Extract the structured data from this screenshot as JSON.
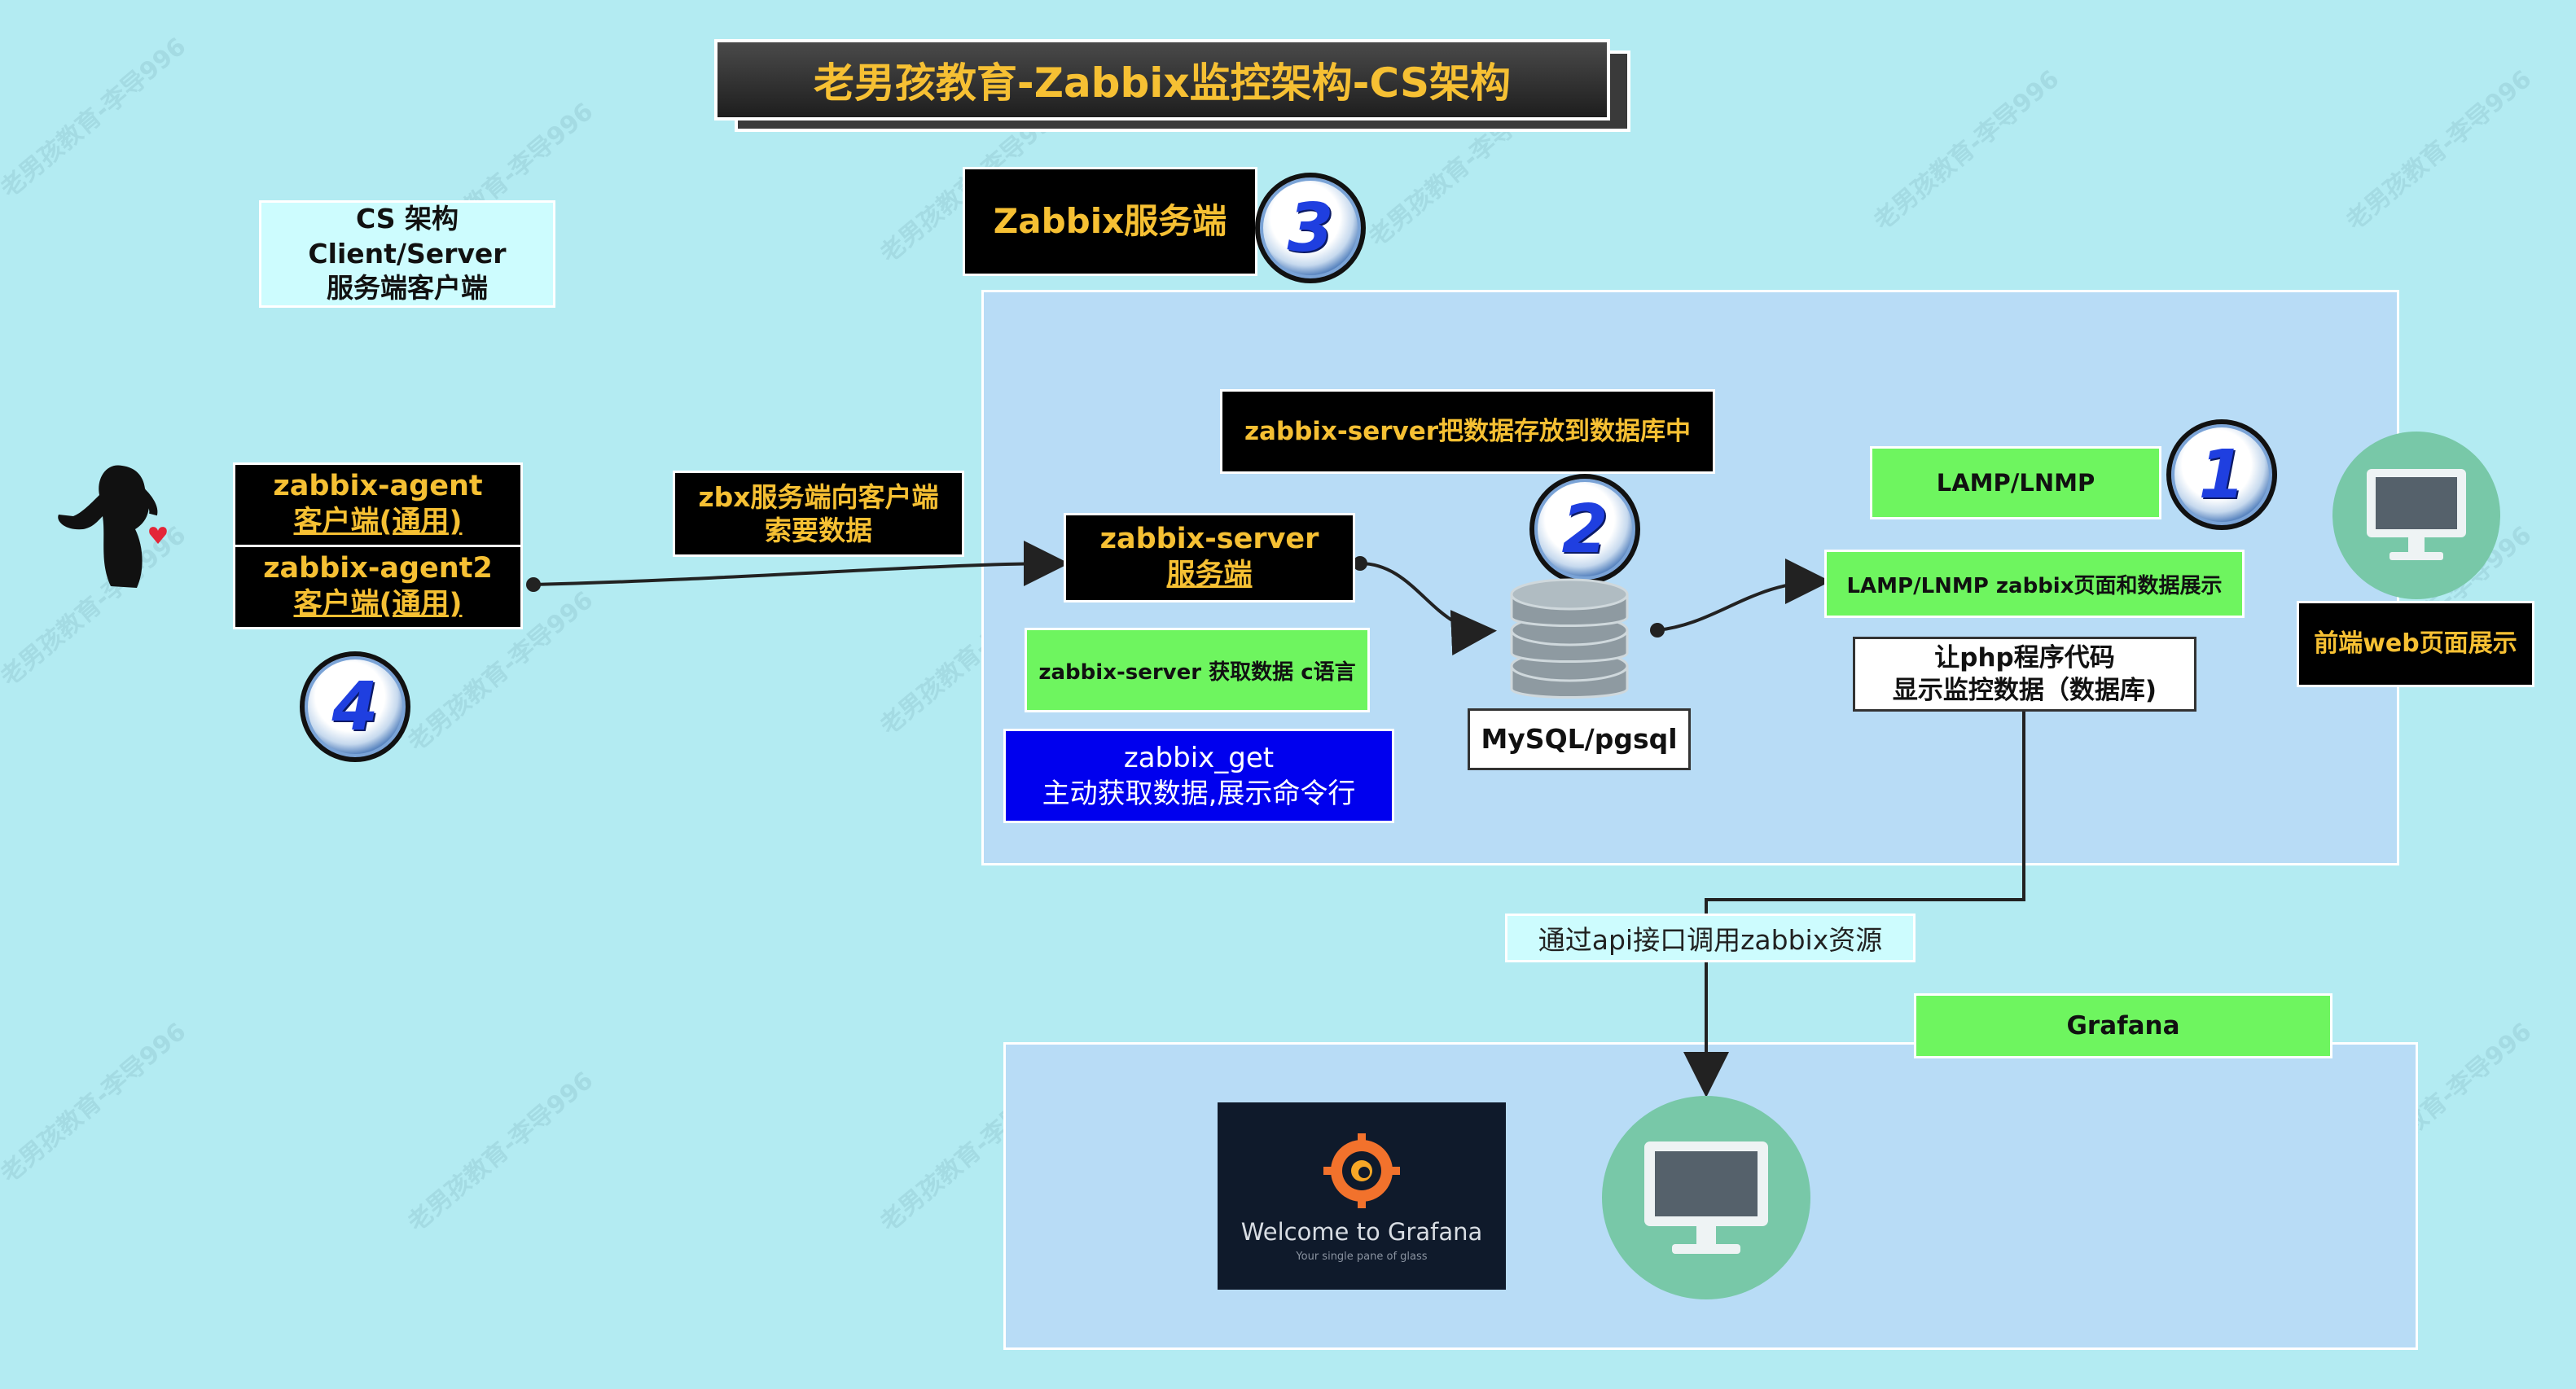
{
  "title": "老男孩教育-Zabbix监控架构-CS架构",
  "watermark": "老男孩教育-李导996",
  "cs_note": {
    "line1": "CS 架构",
    "line2": "Client/Server",
    "line3": "服务端客户端"
  },
  "server_header": "Zabbix服务端",
  "agent": {
    "line1": "zabbix-agent",
    "line2": "客户端(通用)"
  },
  "agent2": {
    "line1": "zabbix-agent2",
    "line2": "客户端(通用)"
  },
  "request_label": {
    "line1": "zbx服务端向客户端",
    "line2": "索要数据"
  },
  "zabbix_server": {
    "line1": "zabbix-server",
    "line2": "服务端"
  },
  "store_label": "zabbix-server把数据存放到数据库中",
  "fetch_label": "zabbix-server 获取数据 c语言",
  "zabbix_get": {
    "line1": "zabbix_get",
    "line2": "主动获取数据,展示命令行"
  },
  "db_label": "MySQL/pgsql",
  "lamp": "LAMP/LNMP",
  "lamp_web": "LAMP/LNMP zabbix页面和数据展示",
  "php_note": {
    "line1": "让php程序代码",
    "line2": "显示监控数据（数据库)"
  },
  "frontend_label": "前端web页面展示",
  "api_label": "通过api接口调用zabbix资源",
  "grafana_label": "Grafana",
  "grafana_logo": {
    "line1": "Welcome to Grafana",
    "line2": "Your single pane of glass"
  },
  "badges": {
    "b1": "1",
    "b2": "2",
    "b3": "3",
    "b4": "4"
  },
  "colors": {
    "background": "#b3ebf2",
    "panel": "#b8dcf6",
    "black_box_text": "#f6c033",
    "green": "#6ef55f",
    "blue_box": "#0000ee",
    "monitor_circle": "#78c8a8"
  }
}
